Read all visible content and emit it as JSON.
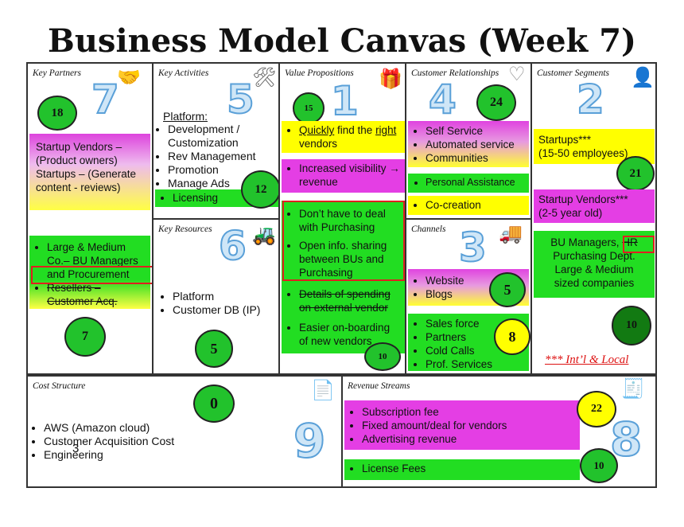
{
  "title": "Business Model Canvas (Week 7)",
  "key_partners": {
    "header": "Key Partners",
    "number": "7",
    "icon": "handshake-icon",
    "circle_top": "18",
    "circle_bottom": "7",
    "band1": [
      "Startup Vendors – (Product owners)",
      "Startups – (Generate content - reviews)"
    ],
    "band2_item1": "Large & Medium Co.– BU Managers and Procurement",
    "band2_item2": "Resellers – Customer Acq."
  },
  "key_activities": {
    "header": "Key Activities",
    "number": "5",
    "icon": "worker-icon",
    "platform_label": "Platform:",
    "items": [
      "Development / Customization",
      "Rev Management",
      "Promotion",
      "Manage Ads"
    ],
    "licensing": "Licensing",
    "circle": "12"
  },
  "key_resources": {
    "header": "Key Resources",
    "number": "6",
    "icon": "forklift-icon",
    "items": [
      "Platform",
      "Customer DB (IP)"
    ],
    "circle": "5"
  },
  "value_propositions": {
    "header": "Value Propositions",
    "number": "1",
    "icon": "gift-icon",
    "circle_top": "15",
    "quickly": "Quickly",
    "find_the": " find the ",
    "right": "right",
    "vendors": " vendors",
    "visibility": "Increased visibility → revenue",
    "green_items": [
      "Don’t have to deal with Purchasing",
      "Open info. sharing between BUs and Purchasing"
    ],
    "strike_item": "Details of spending on external vendor",
    "onboarding": "Easier on-boarding of new vendors",
    "circle_bottom": "10"
  },
  "customer_relationships": {
    "header": "Customer Relationships",
    "number": "4",
    "icon": "heart-icon",
    "circle": "24",
    "items": [
      "Self Service",
      "Automated service",
      "Communities"
    ],
    "personal": "Personal Assistance",
    "cocreation": "Co-creation"
  },
  "channels": {
    "header": "Channels",
    "number": "3",
    "icon": "truck-icon",
    "items1": [
      "Website",
      "Blogs"
    ],
    "circle1": "5",
    "items2": [
      "Sales force",
      "Partners",
      "Cold Calls",
      "Prof. Services"
    ],
    "circle2": "8"
  },
  "customer_segments": {
    "header": "Customer Segments",
    "number": "2",
    "icon": "person-icon",
    "startups": "Startups***\n(15-50 employees)",
    "circle_top": "21",
    "vendors": "Startup Vendors***\n(2-5 year old)",
    "bu_line1": "BU Managers, ",
    "bu_hr": "HR",
    "bu_rest": "Purchasing Dept.\nLarge & Medium\nsized companies",
    "circle_bottom": "10",
    "footnote": "*** Int’l & Local"
  },
  "cost_structure": {
    "header": "Cost Structure",
    "number": "9",
    "icon": "receipt-icon",
    "circle": "0",
    "items": [
      "AWS (Amazon cloud)",
      "Customer Acquisition Cost",
      "Engineering"
    ],
    "overlay": "3"
  },
  "revenue_streams": {
    "header": "Revenue Streams",
    "number": "8",
    "icon": "cash-register-icon",
    "items": [
      "Subscription fee",
      "Fixed amount/deal for vendors",
      "Advertising revenue"
    ],
    "license": "License Fees",
    "circle_top": "22",
    "circle_bottom": "10"
  },
  "colors": {
    "yellow": "#ffff00",
    "magenta": "#e43ee4",
    "green": "#22dd22",
    "circle_green": "#22c22c",
    "dark_green": "#127a12",
    "red_outline": "#e02020",
    "number_blue": "#5aa0d8"
  }
}
